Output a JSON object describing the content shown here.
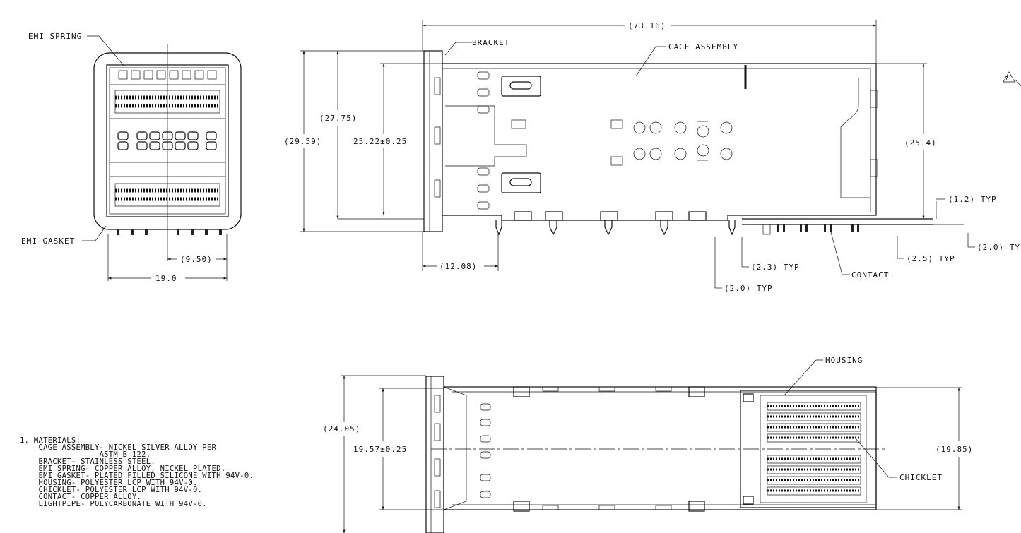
{
  "labels": {
    "emi_spring": "EMI SPRING",
    "emi_gasket": "EMI GASKET",
    "bracket": "BRACKET",
    "cage_assembly": "CAGE ASSEMBLY",
    "contact": "CONTACT",
    "housing": "HOUSING",
    "chicklet": "CHICKLET",
    "note_flag": "7"
  },
  "dimensions": {
    "front_width": "19.0",
    "front_offset": "(9.50)",
    "overall_length": "(73.16)",
    "height_overall": "(29.59)",
    "height_bracket": "(27.75)",
    "height_cage": "25.22±0.25",
    "height_right": "(25.4)",
    "bracket_depth": "(12.08)",
    "typ_1_2": "(1.2) TYP",
    "typ_2_0_right": "(2.0) TY",
    "typ_2_5": "(2.5) TYP",
    "typ_2_3": "(2.3) TYP",
    "typ_2_0_bottom": "(2.0) TYP",
    "width_overall": "(24.05)",
    "width_cage": "19.57±0.25",
    "width_right": "(19.85)"
  },
  "notes": [
    "1. MATERIALS:",
    "    CAGE ASSEMBLY- NICKEL SILVER ALLOY PER",
    "                 ASTM B 122.",
    "    BRACKET- STAINLESS STEEL.",
    "    EMI SPRING- COPPER ALLOY, NICKEL PLATED.",
    "    EMI GASKET- PLATED FILLED SILICONE WITH 94V-0.",
    "    HOUSING- POLYESTER LCP WITH 94V-0.",
    "    CHICKLET- POLYESTER LCP WITH 94V-0.",
    "    CONTACT- COPPER ALLOY.",
    "    LIGHTPIPE- POLYCARBONATE WITH 94V-0."
  ]
}
